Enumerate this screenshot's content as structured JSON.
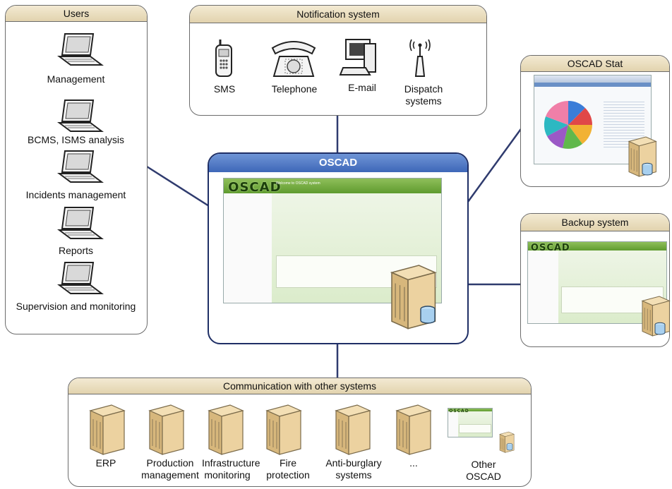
{
  "groups": {
    "users": {
      "title": "Users",
      "items": [
        "Management",
        "BCMS, ISMS analysis",
        "Incidents management",
        "Reports",
        "Supervision and monitoring"
      ]
    },
    "notification": {
      "title": "Notification system",
      "items": [
        "SMS",
        "Telephone",
        "E-mail",
        "Dispatch systems"
      ]
    },
    "stat": {
      "title": "OSCAD Stat"
    },
    "backup": {
      "title": "Backup system"
    },
    "oscad": {
      "title": "OSCAD",
      "screen_title": "Welcome to OSCAD system"
    },
    "communication": {
      "title": "Communication with other systems",
      "items": [
        "ERP",
        "Production management",
        "Infrastructure monitoring",
        "Fire protection",
        "Anti-burglary systems",
        "...",
        "Other OSCAD"
      ]
    }
  },
  "icons": {
    "laptop": "laptop-icon",
    "phone": "mobile-phone-icon",
    "telephone": "desk-telephone-icon",
    "email": "computer-email-icon",
    "dispatch": "radio-antenna-icon",
    "server": "server-icon",
    "database": "database-icon"
  },
  "colors": {
    "connector": "#2f3b6e",
    "header_fill": "#e2d3ae",
    "oscad_header": "#3e67b8",
    "oscad_app_green": "#6ea53a"
  }
}
